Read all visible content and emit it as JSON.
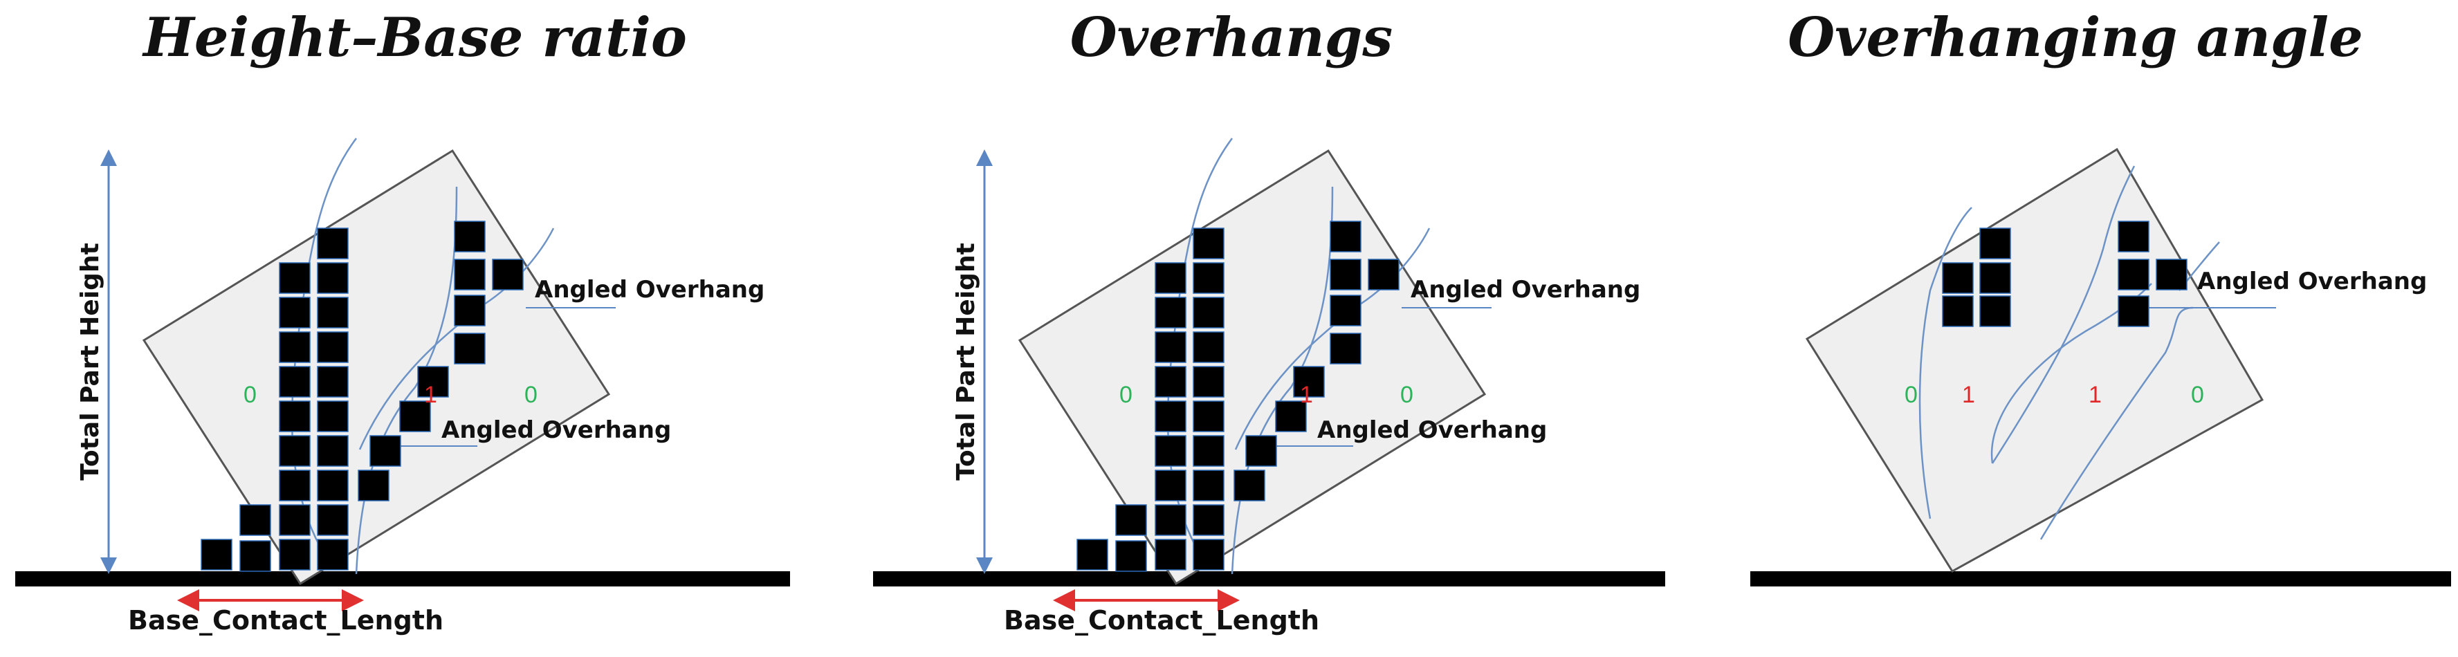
{
  "colors": {
    "region_fill": "#efefef",
    "region_border": "#555555",
    "curve": "#6d93c6",
    "arrow_blue": "#5b86c4",
    "arrow_red": "#e03030",
    "zone_zero": "#2db35a",
    "zone_one": "#e02828",
    "ground": "#000000",
    "voxel": "#000000"
  },
  "panels": [
    {
      "title": "Height–Base ratio",
      "height_label": "Total Part Height",
      "base_label": "Base_Contact_Length",
      "annotations": [
        "Angled Overhang",
        "Angled Overhang"
      ],
      "zone_labels": [
        "0",
        "1",
        "0"
      ]
    },
    {
      "title": "Overhangs",
      "height_label": "Total Part Height",
      "base_label": "Base_Contact_Length",
      "annotations": [
        "Angled Overhang",
        "Angled Overhang"
      ],
      "zone_labels": [
        "0",
        "1",
        "0"
      ]
    },
    {
      "title": "Overhanging angle",
      "annotations": [
        "Angled Overhang"
      ],
      "zone_labels": [
        "0",
        "1",
        "1",
        "0"
      ]
    }
  ]
}
